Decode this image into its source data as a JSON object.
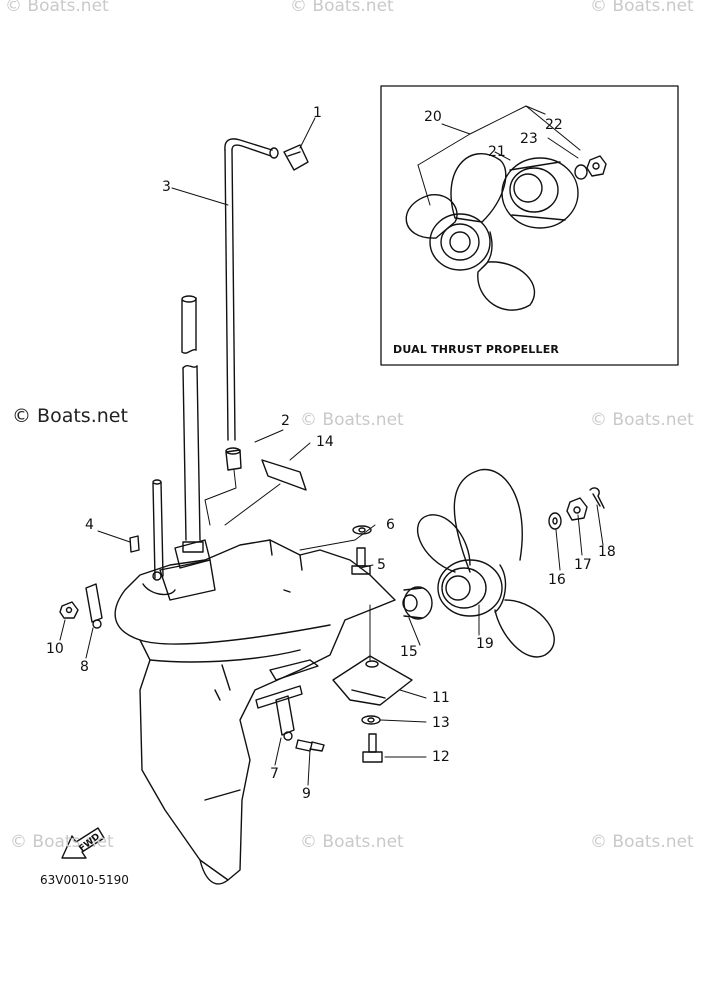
{
  "watermark": {
    "main": "© Boats.net",
    "faint": "© Boats.net"
  },
  "inset": {
    "caption": "DUAL THRUST PROPELLER"
  },
  "fwd_label": "FWD",
  "part_code": "63V0010-5190",
  "callouts": {
    "n1": "1",
    "n2": "2",
    "n3": "3",
    "n4": "4",
    "n5": "5",
    "n6": "6",
    "n7": "7",
    "n8": "8",
    "n9": "9",
    "n10": "10",
    "n11": "11",
    "n12": "12",
    "n13": "13",
    "n14": "14",
    "n15": "15",
    "n16": "16",
    "n17": "17",
    "n18": "18",
    "n19": "19",
    "n20": "20",
    "n21": "21",
    "n22": "22",
    "n23": "23"
  }
}
